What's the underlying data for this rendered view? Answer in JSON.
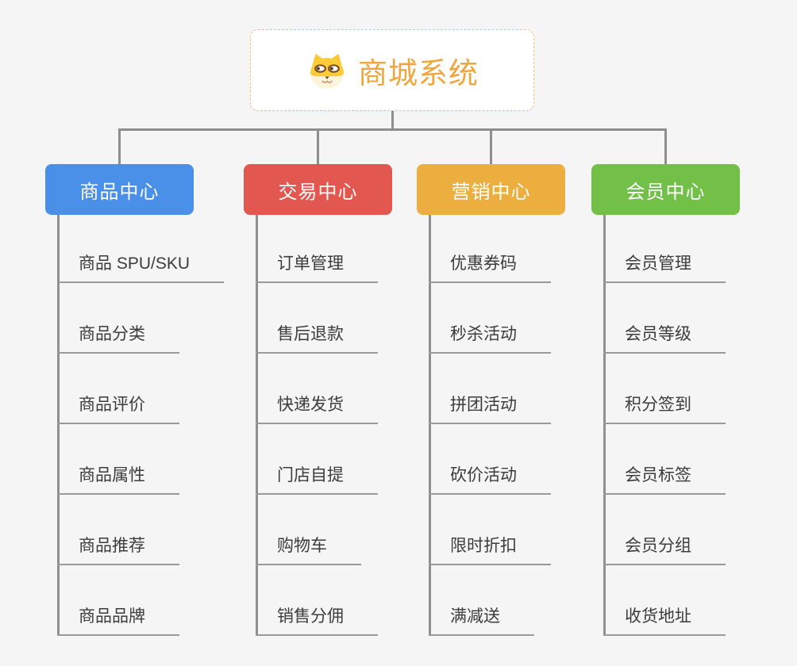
{
  "root": {
    "label": "商城系统",
    "icon": "shiba-dog-icon"
  },
  "branches": [
    {
      "label": "商品中心",
      "color": "#4a90e8",
      "children": [
        "商品 SPU/SKU",
        "商品分类",
        "商品评价",
        "商品属性",
        "商品推荐",
        "商品品牌"
      ]
    },
    {
      "label": "交易中心",
      "color": "#e2574f",
      "children": [
        "订单管理",
        "售后退款",
        "快递发货",
        "门店自提",
        "购物车",
        "销售分佣"
      ]
    },
    {
      "label": "营销中心",
      "color": "#ecae3e",
      "children": [
        "优惠券码",
        "秒杀活动",
        "拼团活动",
        "砍价活动",
        "限时折扣",
        "满减送"
      ]
    },
    {
      "label": "会员中心",
      "color": "#73c048",
      "children": [
        "会员管理",
        "会员等级",
        "积分签到",
        "会员标签",
        "会员分组",
        "收货地址"
      ]
    }
  ],
  "colors": {
    "background": "#f5f5f5",
    "connector": "#8e8e8e",
    "leaf_underline": "#9a9a9a",
    "leaf_text": "#3c3c3c",
    "root_accent": "#f0a63c",
    "root_border": "#f3c37e"
  }
}
